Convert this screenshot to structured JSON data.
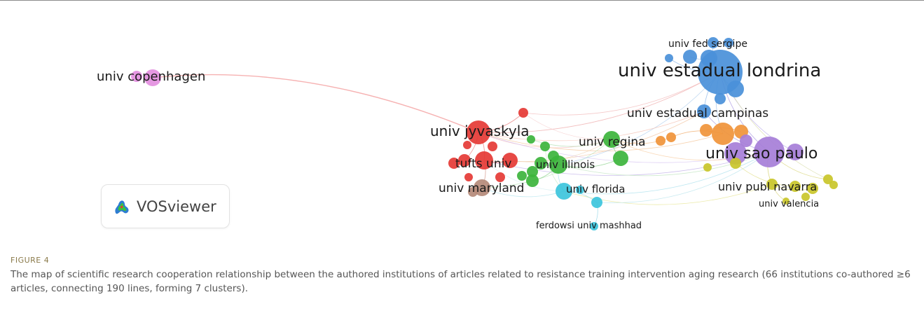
{
  "figure": {
    "label": "FIGURE 4",
    "caption": "The map of scientific research cooperation relationship between the authored institutions of articles related to resistance training intervention aging research (66 institutions co-authored ≥6 articles, connecting 190 lines, forming 7 clusters)."
  },
  "logo": {
    "text": "VOSviewer"
  },
  "colors": {
    "red": "#e53935",
    "green": "#3cb43c",
    "blue": "#4a90d9",
    "orange": "#f0943a",
    "purple": "#a67ed8",
    "yellow": "#c9c62a",
    "cyan": "#3cc4dc",
    "pink": "#e38fe0",
    "brown": "#b58a7a"
  },
  "labels": [
    {
      "id": "copenhagen",
      "text": "univ copenhagen"
    },
    {
      "id": "fed-sergipe",
      "text": "univ fed sergipe"
    },
    {
      "id": "estadual-londrina",
      "text": "univ estadual londrina"
    },
    {
      "id": "estadual-campinas",
      "text": "univ estadual campinas"
    },
    {
      "id": "jyvaskyla",
      "text": "univ jyvaskyla"
    },
    {
      "id": "regina",
      "text": "univ regina"
    },
    {
      "id": "sao-paulo",
      "text": "univ sao paulo"
    },
    {
      "id": "tufts",
      "text": "tufts univ"
    },
    {
      "id": "illinois",
      "text": "univ illinois"
    },
    {
      "id": "maryland",
      "text": "univ maryland"
    },
    {
      "id": "florida",
      "text": "univ florida"
    },
    {
      "id": "publ-navarra",
      "text": "univ publ navarra"
    },
    {
      "id": "valencia",
      "text": "univ valencia"
    },
    {
      "id": "ferdowsi",
      "text": "ferdowsi univ mashhad"
    }
  ]
}
